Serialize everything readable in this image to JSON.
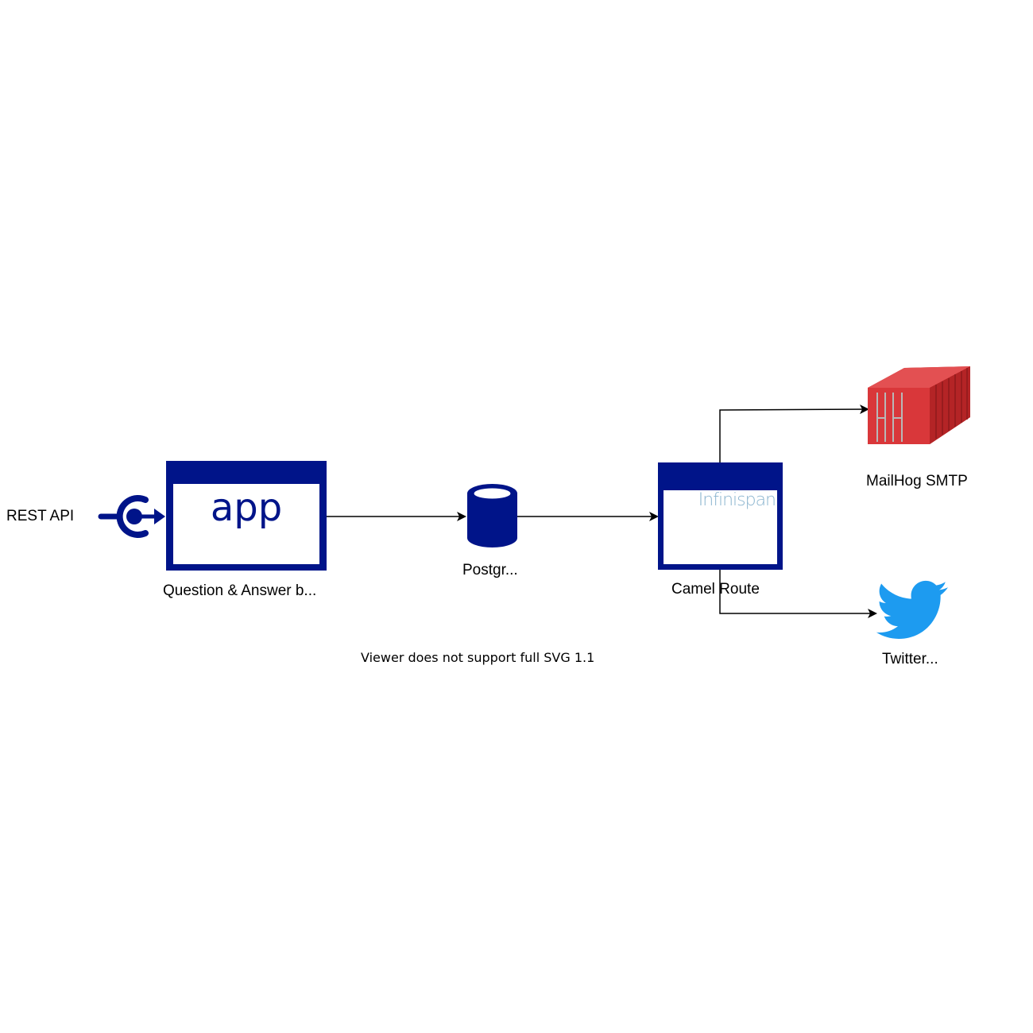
{
  "diagram": {
    "colors": {
      "primary": "#001489",
      "edge": "#000000",
      "container": "#d9373a",
      "twitter": "#1d9bf0",
      "infinispan": "#8bb5cf"
    },
    "nodes": {
      "rest_api": {
        "label": "REST API",
        "icon": "interface-provider-icon"
      },
      "app": {
        "label": "Question & Answer b...",
        "inner_text": "app",
        "icon": "app-window-icon"
      },
      "postgres": {
        "label": "Postgr...",
        "icon": "database-icon"
      },
      "camel": {
        "label": "Camel Route",
        "inner_text": "Infinispan",
        "icon": "app-window-icon"
      },
      "mailhog": {
        "label": "MailHog SMTP",
        "icon": "shipping-container-icon"
      },
      "twitter": {
        "label": "Twitter...",
        "icon": "twitter-bird-icon"
      }
    },
    "edges": [
      {
        "from": "rest_api",
        "to": "app"
      },
      {
        "from": "app",
        "to": "postgres"
      },
      {
        "from": "postgres",
        "to": "camel"
      },
      {
        "from": "camel",
        "to": "mailhog"
      },
      {
        "from": "camel",
        "to": "twitter"
      }
    ],
    "footer_warning": "Viewer does not support full SVG 1.1"
  }
}
